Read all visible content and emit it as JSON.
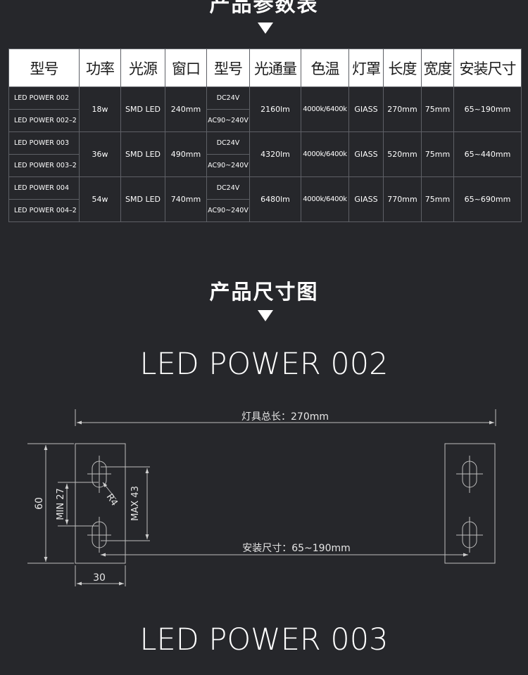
{
  "section_spec": {
    "title": "产品参数表"
  },
  "table": {
    "headers": [
      "型号",
      "功率",
      "光源",
      "窗口",
      "型号",
      "光通量",
      "色温",
      "灯罩",
      "长度",
      "宽度",
      "安装尺寸"
    ],
    "groups": [
      {
        "model_a": "LED POWER 002",
        "model_b": "LED POWER 002–2",
        "power": "18w",
        "source": "SMD LED",
        "window": "240mm",
        "volt_a": "DC24V",
        "volt_b": "AC90~240V",
        "flux": "2160lm",
        "cct": "4000k/6400k",
        "cover": "GIASS",
        "length": "270mm",
        "width": "75mm",
        "mount": "65~190mm"
      },
      {
        "model_a": "LED POWER 003",
        "model_b": "LED POWER 003–2",
        "power": "36w",
        "source": "SMD LED",
        "window": "490mm",
        "volt_a": "DC24V",
        "volt_b": "AC90~240V",
        "flux": "4320lm",
        "cct": "4000k/6400k",
        "cover": "GIASS",
        "length": "520mm",
        "width": "75mm",
        "mount": "65~440mm"
      },
      {
        "model_a": "LED POWER 004",
        "model_b": "LED POWER 004–2",
        "power": "54w",
        "source": "SMD LED",
        "window": "740mm",
        "volt_a": "DC24V",
        "volt_b": "AC90~240V",
        "flux": "6480lm",
        "cct": "4000k/6400k",
        "cover": "GIASS",
        "length": "770mm",
        "width": "75mm",
        "mount": "65~690mm"
      }
    ]
  },
  "section_dim": {
    "title": "产品尺寸图"
  },
  "drawing1": {
    "model": "LED POWER 002",
    "total_length": "灯具总长：270mm",
    "mount_size": "安装尺寸：65~190mm",
    "dim_60": "60",
    "dim_min": "MIN 27",
    "dim_max": "MAX 43",
    "dim_r": "R4",
    "dim_30": "30"
  },
  "drawing2": {
    "model": "LED POWER 003"
  }
}
